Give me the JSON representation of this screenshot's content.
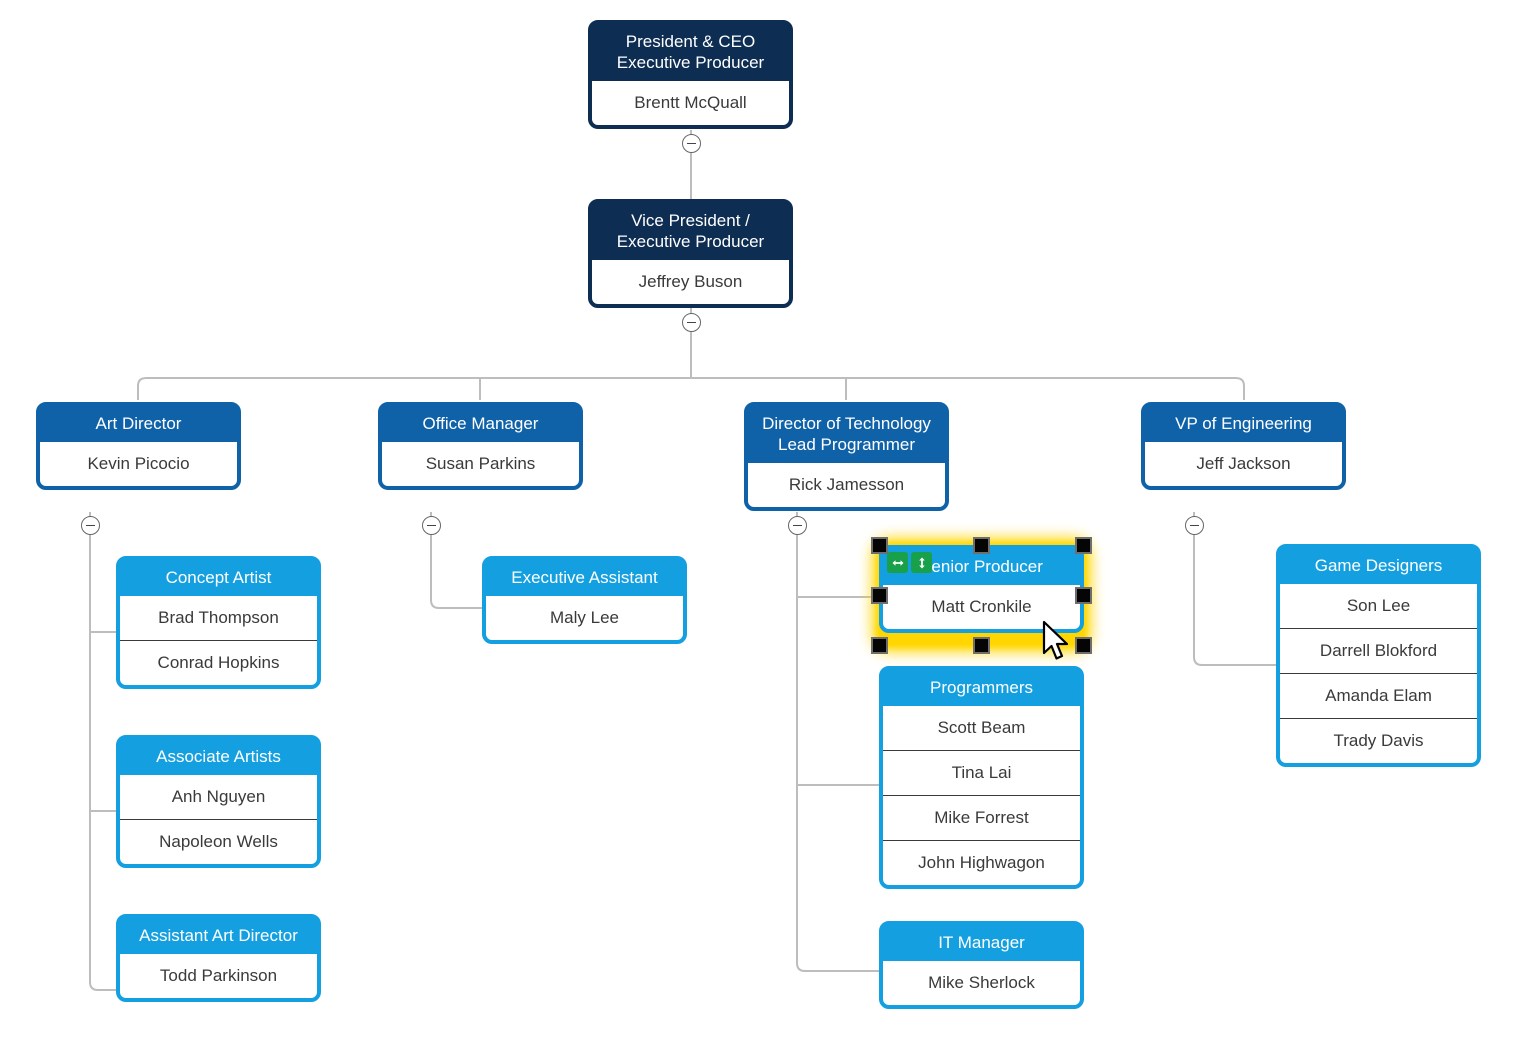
{
  "colors": {
    "navy": "#0d2d52",
    "mid_blue": "#0f62a8",
    "light_blue": "#14a0e0",
    "selection_glow": "#ffd600",
    "handle": "#050505",
    "badge_green": "#19a04b",
    "connector": "#bdbdbd",
    "text_dark": "#3a3a3a",
    "background": "#ffffff"
  },
  "chart_data": {
    "type": "org-chart",
    "title": "",
    "selected_node": "Senior Producer",
    "nodes": [
      {
        "id": "ceo",
        "title": "President & CEO\nExecutive Producer",
        "members": [
          "Brentt  McQuall"
        ],
        "level": 0,
        "parent": null
      },
      {
        "id": "vp",
        "title": "Vice President /\nExecutive Producer",
        "members": [
          "Jeffrey Buson"
        ],
        "level": 1,
        "parent": "ceo"
      },
      {
        "id": "artdir",
        "title": "Art Director",
        "members": [
          "Kevin Picocio"
        ],
        "level": 2,
        "parent": "vp"
      },
      {
        "id": "officemgr",
        "title": "Office Manager",
        "members": [
          "Susan Parkins"
        ],
        "level": 2,
        "parent": "vp"
      },
      {
        "id": "dirtech",
        "title": "Director of Technology\nLead Programmer",
        "members": [
          "Rick Jamesson"
        ],
        "level": 2,
        "parent": "vp"
      },
      {
        "id": "vpeng",
        "title": "VP of Engineering",
        "members": [
          "Jeff Jackson"
        ],
        "level": 2,
        "parent": "vp"
      },
      {
        "id": "concept",
        "title": "Concept Artist",
        "members": [
          "Brad Thompson",
          "Conrad Hopkins"
        ],
        "level": 3,
        "parent": "artdir"
      },
      {
        "id": "assoc",
        "title": "Associate Artists",
        "members": [
          "Anh Nguyen",
          "Napoleon Wells"
        ],
        "level": 3,
        "parent": "artdir"
      },
      {
        "id": "asstart",
        "title": "Assistant Art Director",
        "members": [
          "Todd Parkinson"
        ],
        "level": 3,
        "parent": "artdir"
      },
      {
        "id": "execasst",
        "title": "Executive Assistant",
        "members": [
          "Maly Lee"
        ],
        "level": 3,
        "parent": "officemgr"
      },
      {
        "id": "srprod",
        "title": "Senior Producer",
        "members": [
          "Matt Cronkile"
        ],
        "level": 3,
        "parent": "dirtech"
      },
      {
        "id": "progs",
        "title": "Programmers",
        "members": [
          "Scott Beam",
          "Tina Lai",
          "Mike Forrest",
          "John Highwagon"
        ],
        "level": 3,
        "parent": "dirtech"
      },
      {
        "id": "itmgr",
        "title": "IT Manager",
        "members": [
          "Mike Sherlock"
        ],
        "level": 3,
        "parent": "dirtech"
      },
      {
        "id": "gamedes",
        "title": "Game Designers",
        "members": [
          "Son Lee",
          "Darrell Blokford",
          "Amanda Elam",
          "Trady Davis"
        ],
        "level": 3,
        "parent": "vpeng"
      }
    ]
  },
  "nodes": {
    "ceo": {
      "title": "President & CEO\nExecutive Producer",
      "members": [
        "Brentt  McQuall"
      ]
    },
    "vp": {
      "title": "Vice President /\nExecutive Producer",
      "members": [
        "Jeffrey Buson"
      ]
    },
    "artdir": {
      "title": "Art Director",
      "members": [
        "Kevin Picocio"
      ]
    },
    "officemgr": {
      "title": "Office Manager",
      "members": [
        "Susan Parkins"
      ]
    },
    "dirtech": {
      "title": "Director of Technology\nLead Programmer",
      "members": [
        "Rick Jamesson"
      ]
    },
    "vpeng": {
      "title": "VP of Engineering",
      "members": [
        "Jeff Jackson"
      ]
    },
    "concept": {
      "title": "Concept Artist",
      "members": [
        "Brad Thompson",
        "Conrad Hopkins"
      ]
    },
    "assoc": {
      "title": "Associate Artists",
      "members": [
        "Anh Nguyen",
        "Napoleon Wells"
      ]
    },
    "asstart": {
      "title": "Assistant Art Director",
      "members": [
        "Todd Parkinson"
      ]
    },
    "execasst": {
      "title": "Executive Assistant",
      "members": [
        "Maly Lee"
      ]
    },
    "srprod": {
      "title": "Senior Producer",
      "members": [
        "Matt Cronkile"
      ]
    },
    "progs": {
      "title": "Programmers",
      "members": [
        "Scott Beam",
        "Tina Lai",
        "Mike Forrest",
        "John Highwagon"
      ]
    },
    "itmgr": {
      "title": "IT Manager",
      "members": [
        "Mike Sherlock"
      ]
    },
    "gamedes": {
      "title": "Game Designers",
      "members": [
        "Son Lee",
        "Darrell Blokford",
        "Amanda Elam",
        "Trady Davis"
      ]
    }
  },
  "selection": {
    "node_id": "srprod",
    "badges": [
      {
        "name": "resize-horizontal-icon",
        "glyph": "↔"
      },
      {
        "name": "resize-vertical-icon",
        "glyph": "↕"
      }
    ],
    "handle_count": 8
  },
  "toggles": [
    {
      "node": "ceo",
      "state": "expanded",
      "glyph": "−"
    },
    {
      "node": "vp",
      "state": "expanded",
      "glyph": "−"
    },
    {
      "node": "artdir",
      "state": "expanded",
      "glyph": "−"
    },
    {
      "node": "officemgr",
      "state": "expanded",
      "glyph": "−"
    },
    {
      "node": "dirtech",
      "state": "expanded",
      "glyph": "−"
    },
    {
      "node": "vpeng",
      "state": "expanded",
      "glyph": "−"
    }
  ]
}
